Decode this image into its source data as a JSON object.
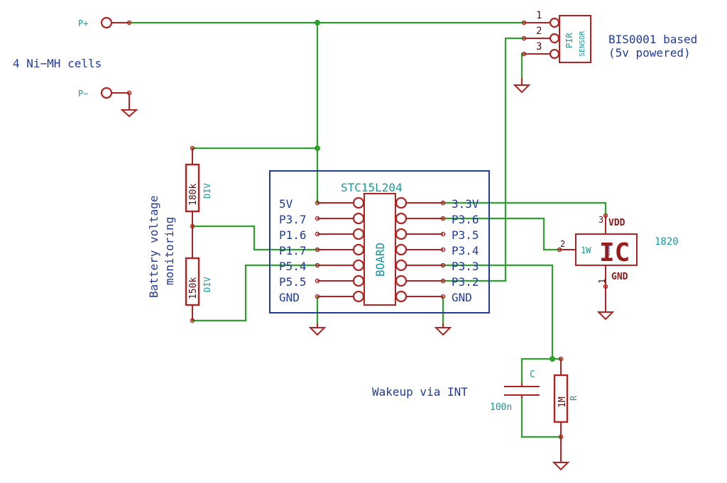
{
  "colors": {
    "wire": "#2ea02e",
    "component": "#b22222",
    "text_blue": "#203a9c",
    "text_teal": "#159a9a",
    "text_dark_red": "#9a1c1c",
    "background": "#ffffff"
  },
  "power": {
    "p_plus": "P+",
    "p_minus": "P−",
    "battery_note": "4 Ni−MH cells"
  },
  "pir": {
    "pins": [
      "1",
      "2",
      "3"
    ],
    "label_top": "PIR",
    "label_bottom": "SENSOR",
    "note_line1": "BIS0001 based",
    "note_line2": "(5v powered)"
  },
  "board": {
    "title": "STC15L204",
    "chip_label": "BOARD",
    "left_pins": [
      "5V",
      "P3.7",
      "P1.6",
      "P1.7",
      "P5.4",
      "P5.5",
      "GND"
    ],
    "right_pins": [
      "3.3V",
      "P3.6",
      "P3.5",
      "P3.4",
      "P3.3",
      "P3.2",
      "GND"
    ]
  },
  "divider": {
    "r1_value": "180k",
    "r1_ref": "DIV",
    "r2_value": "150k",
    "r2_ref": "DIV",
    "note_line1": "Battery voltage",
    "note_line2": "monitoring"
  },
  "sensor_1820": {
    "pin_vdd_num": "3",
    "pin_vdd": "VDD",
    "pin_data_num": "2",
    "pin_data": "1W",
    "pin_gnd_num": "1",
    "pin_gnd": "GND",
    "label": "1820",
    "ic_mark": "IC",
    "small_mark": "DS18"
  },
  "wakeup": {
    "note": "Wakeup via INT",
    "cap_ref": "C",
    "cap_value": "100n",
    "res_value": "1M",
    "res_ref": "R"
  }
}
